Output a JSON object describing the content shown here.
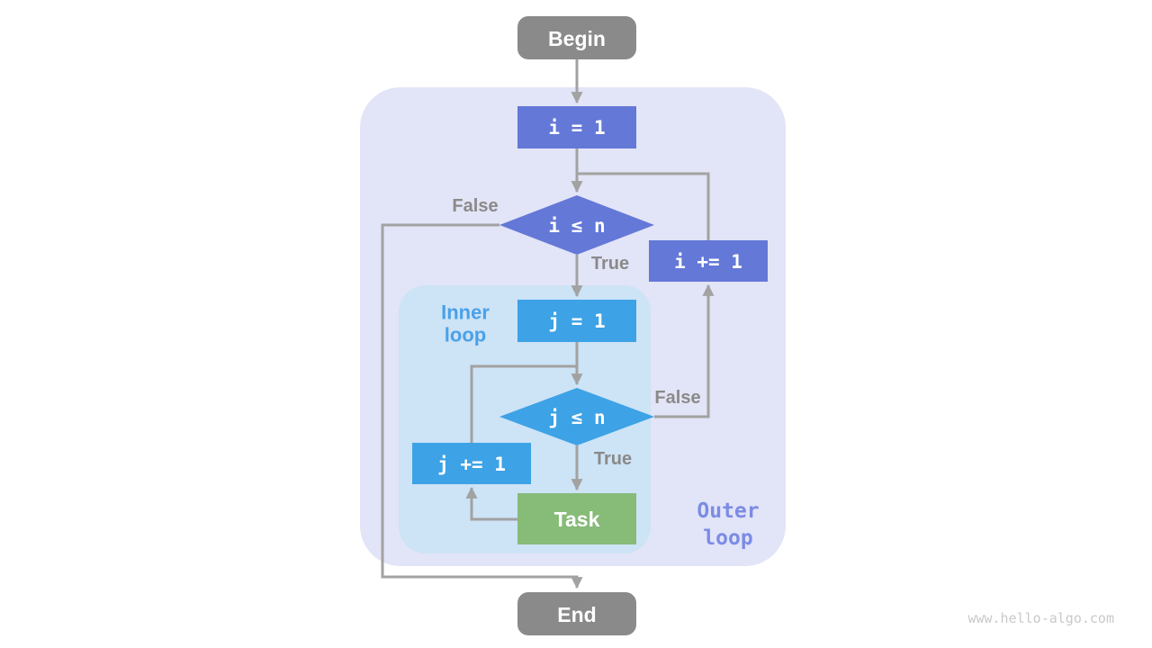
{
  "colors": {
    "outer_container": "#e2e4f7",
    "inner_container": "#cde3f6",
    "terminal_gray": "#8a8a8a",
    "outer_accent": "#6478d7",
    "inner_accent": "#3da2e6",
    "task_green": "#86bb78",
    "arrow_gray": "#a2a2a2",
    "flag_gray": "#8a8a8a",
    "inner_label_blue": "#49a1e8",
    "outer_label_purple": "#7b8ce4",
    "watermark_gray": "#c9c9c9"
  },
  "nodes": {
    "begin": "Begin",
    "init_i": "i = 1",
    "cond_i": "i ≤ n",
    "incr_i": "i += 1",
    "init_j": "j = 1",
    "cond_j": "j ≤ n",
    "incr_j": "j += 1",
    "task": "Task",
    "end": "End"
  },
  "labels": {
    "outer_false": "False",
    "outer_true": "True",
    "inner_false": "False",
    "inner_true": "True",
    "inner_loop_line1": "Inner",
    "inner_loop_line2": "loop",
    "outer_loop_line1": "Outer",
    "outer_loop_line2": "loop"
  },
  "watermark": "www.hello-algo.com"
}
